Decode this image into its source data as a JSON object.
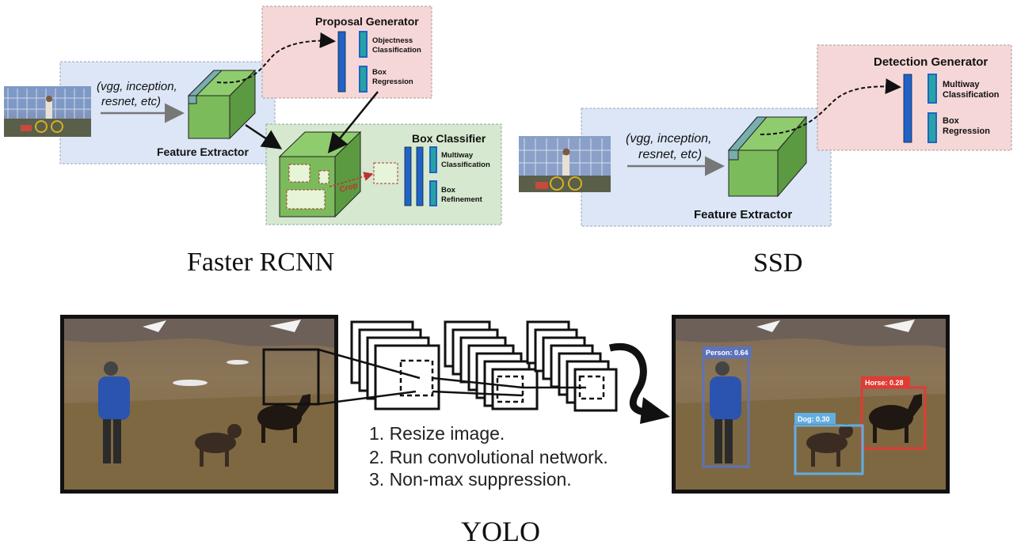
{
  "faster_rcnn": {
    "caption": "Faster RCNN",
    "backbone_note_line1": "(vgg, inception,",
    "backbone_note_line2": "resnet, etc)",
    "feature_extractor": "Feature Extractor",
    "proposal_generator": {
      "title": "Proposal Generator",
      "head1_line1": "Objectness",
      "head1_line2": "Classification",
      "head2_line1": "Box",
      "head2_line2": "Regression"
    },
    "box_classifier": {
      "title": "Box Classifier",
      "crop_label": "Crop",
      "head1_line1": "Multiway",
      "head1_line2": "Classification",
      "head2_line1": "Box",
      "head2_line2": "Refinement"
    }
  },
  "ssd": {
    "caption": "SSD",
    "backbone_note_line1": "(vgg, inception,",
    "backbone_note_line2": "resnet, etc)",
    "feature_extractor": "Feature Extractor",
    "detection_generator": {
      "title": "Detection Generator",
      "head1_line1": "Multiway",
      "head1_line2": "Classification",
      "head2_line1": "Box",
      "head2_line2": "Regression"
    }
  },
  "yolo": {
    "caption": "YOLO",
    "steps": [
      "1. Resize image.",
      "2. Run convolutional network.",
      "3. Non-max suppression."
    ],
    "detections": {
      "person": "Person: 0.64",
      "horse": "Horse: 0.28",
      "dog": "Dog: 0.30"
    }
  },
  "colors": {
    "backbone_panel": "#dce6f7",
    "head_panel": "#f6d7d7",
    "classifier_panel": "#d6e8cf",
    "cube": "#7fbf5e",
    "layer_bar": "#1f63c9",
    "layer_bar_inner": "#27a3a3",
    "person_box": "#5d73b8",
    "horse_box": "#e03b34",
    "dog_box": "#63aee0"
  }
}
